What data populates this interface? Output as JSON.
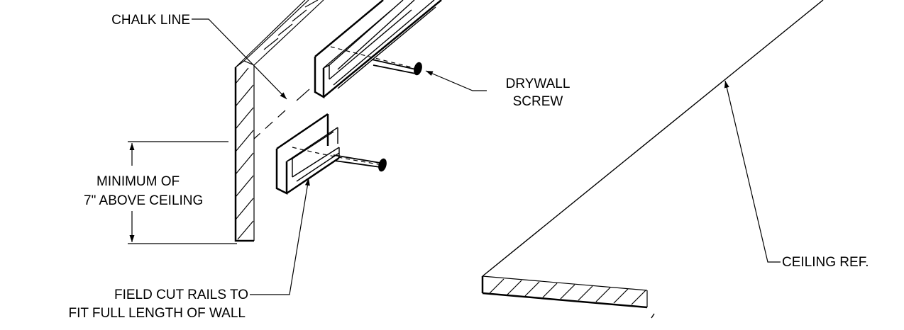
{
  "labels": {
    "chalk_line": "CHALK LINE",
    "drywall_screw_line1": "DRYWALL",
    "drywall_screw_line2": "SCREW",
    "minimum_line1": "MINIMUM OF",
    "minimum_line2": "7\" ABOVE CEILING",
    "ceiling_ref": "CEILING REF.",
    "field_cut_line1": "FIELD CUT RAILS TO",
    "field_cut_line2": "FIT FULL LENGTH OF WALL"
  },
  "colors": {
    "ink": "#000000",
    "paper": "#ffffff"
  }
}
